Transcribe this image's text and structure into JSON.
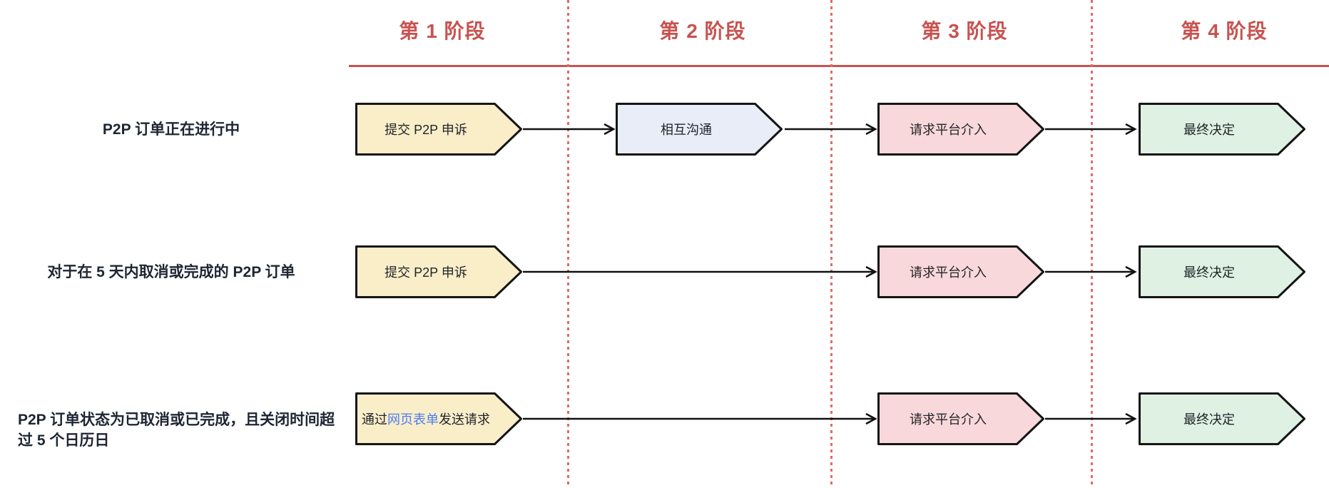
{
  "header": {
    "stages": [
      "第 1 阶段",
      "第 2 阶段",
      "第 3 阶段",
      "第 4 阶段"
    ]
  },
  "colors": {
    "stage_accent": "#c75350",
    "divider_red": "#df6b67",
    "fill_yellow": "#faeec9",
    "fill_blue": "#e8edf8",
    "fill_pink": "#f9d8db",
    "fill_green": "#dff1e3",
    "shape_border": "#151515",
    "link_blue": "#4d7cf3",
    "label_text": "#1e2533"
  },
  "rows": [
    {
      "label": "P2P 订单正在进行中",
      "steps": [
        {
          "text": "提交 P2P 申诉"
        },
        {
          "text": "相互沟通"
        },
        {
          "text": "请求平台介入"
        },
        {
          "text": "最终决定"
        }
      ]
    },
    {
      "label": "对于在 5 天内取消或完成的 P2P 订单",
      "steps": [
        {
          "text": "提交 P2P 申诉"
        },
        {
          "text": "请求平台介入"
        },
        {
          "text": "最终决定"
        }
      ]
    },
    {
      "label": "P2P 订单状态为已取消或已完成，且关闭时间超过 5 个日历日",
      "steps": [
        {
          "prefix": "通过",
          "link": "网页表单",
          "suffix": "发送请求"
        },
        {
          "text": "请求平台介入"
        },
        {
          "text": "最终决定"
        }
      ]
    }
  ]
}
